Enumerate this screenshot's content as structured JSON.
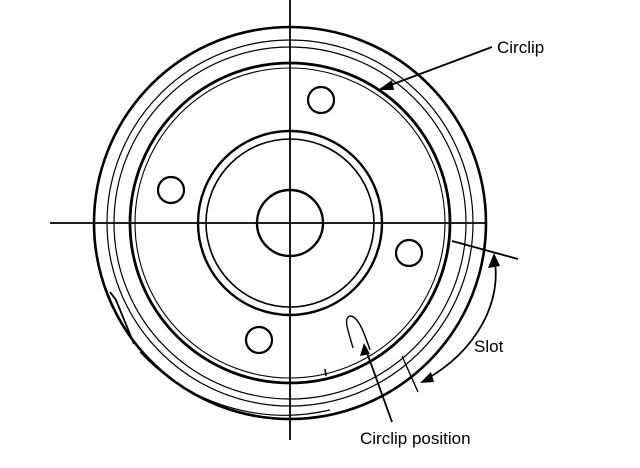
{
  "labels": {
    "circlip": "Circlip",
    "slot": "Slot",
    "circlip_position": "Circlip position"
  },
  "colors": {
    "ink": "#000000",
    "paper": "#ffffff"
  }
}
